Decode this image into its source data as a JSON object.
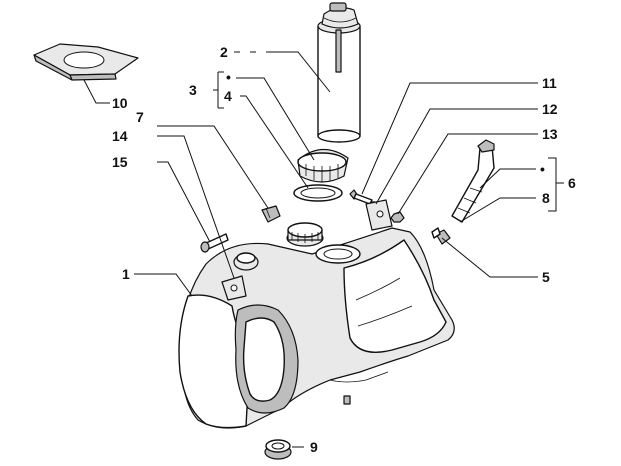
{
  "diagram": {
    "callouts": {
      "c1": "1",
      "c2": "2",
      "c3": "3",
      "c4": "4",
      "c5": "5",
      "c6": "6",
      "c7": "7",
      "c8": "8",
      "c9": "9",
      "c10": "10",
      "c11": "11",
      "c12": "12",
      "c13": "13",
      "c14": "14",
      "c15": "15"
    },
    "bullets": {
      "b3": "•",
      "b6": "•"
    }
  }
}
